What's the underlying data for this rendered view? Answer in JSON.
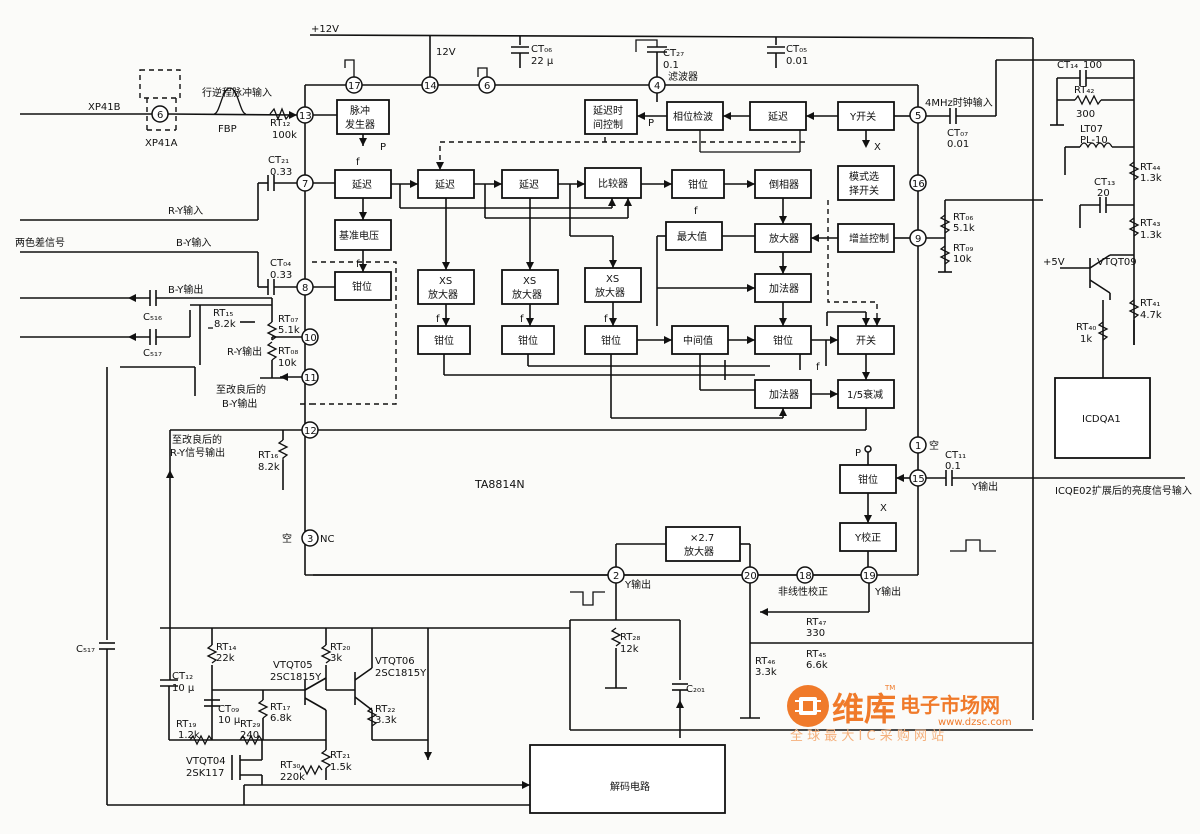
{
  "diagram": {
    "chip_name": "TA8814N",
    "blocks": {
      "pulse_gen": [
        "脉冲",
        "发生器"
      ],
      "delay_ctrl": [
        "延迟时",
        "间控制"
      ],
      "phase_det": "相位检波",
      "delay_top": "延迟",
      "y_switch": "Y开关",
      "delay_ry": "延迟",
      "delay_2": "延迟",
      "delay_3": "延迟",
      "comparator": "比较器",
      "clamp_cmp": "钳位",
      "inverter": "倒相器",
      "mode_sel": [
        "模式选",
        "择开关"
      ],
      "ref_voltage": "基准电压",
      "max_val": "最大值",
      "amp_main": "放大器",
      "gain_ctrl": "增益控制",
      "clamp_by": "钳位",
      "xs_amp": [
        "XS",
        "放大器"
      ],
      "adder_1": "加法器",
      "clamp_xs1": "钳位",
      "clamp_xs2": "钳位",
      "clamp_xs3": "钳位",
      "mid_val": "中间值",
      "clamp_mid": "钳位",
      "switch": "开关",
      "adder_2": "加法器",
      "atten": "1/5衰减",
      "clamp_y": "钳位",
      "y_correct": "Y校正",
      "amp_x27": [
        "×2.7",
        "放大器"
      ],
      "decoder": "解码电路",
      "icdqa1": "ICDQA1"
    },
    "pins": [
      "17",
      "14",
      "6",
      "4",
      "13",
      "5",
      "7",
      "16",
      "9",
      "8",
      "10",
      "11",
      "12",
      "1",
      "15",
      "3",
      "2",
      "20",
      "18",
      "19"
    ],
    "labels": {
      "plus12v": "+12V",
      "v12": "12V",
      "xp41b": "XP41B",
      "xp41a": "XP41A",
      "pin6_xp": "6",
      "flyback_input": "行逆程脉冲输入",
      "fbp": "FBP",
      "rt12": "RT₁₂",
      "rt12_val": "100k",
      "ct21": "CT₂₁",
      "ct21_val": "0.33",
      "ry_input": "R-Y输入",
      "color_diff": "两色差信号",
      "by_input": "B-Y输入",
      "ct04": "CT₀₄",
      "ct04_val": "0.33",
      "by_output": "B-Y输出",
      "c516": "C₅₁₆",
      "c517": "C₅₁₇",
      "rt15": "RT₁₅",
      "rt15_val": "8.2k",
      "rt07": "RT₀₇",
      "rt07_val": "5.1k",
      "ry_out": "R-Y输出",
      "rt08": "RT₀₈",
      "rt08_val": "10k",
      "to_improved_by": [
        "至改良后的",
        "B-Y输出"
      ],
      "to_improved_ry": [
        "至改良后的",
        "R-Y信号输出"
      ],
      "rt16": "RT₁₆",
      "rt16_val": "8.2k",
      "empty": "空",
      "nc": "NC",
      "ct06": "CT₀₆",
      "ct06_val": "22 μ",
      "ct27": "CT₂₇",
      "ct27_val": "0.1",
      "ct05": "CT₀₅",
      "ct05_val": "0.01",
      "filter": "滤波器",
      "clock_input": "4MHz时钟输入",
      "ct07": "CT₀₇",
      "ct07_val": "0.01",
      "ct14": "CT₁₄",
      "ct14_val": "100",
      "rt42": "RT₄₂",
      "rt42_val": "300",
      "lt07": "LT07",
      "lt07_val": "PL-10",
      "rt44": "RT₄₄",
      "rt44_val": "1.3k",
      "ct13": "CT₁₃",
      "ct13_val": "20",
      "rt43": "RT₄₃",
      "rt43_val": "1.3k",
      "rt06": "RT₀₆",
      "rt06_val": "5.1k",
      "rt09": "RT₀₉",
      "rt09_val": "10k",
      "plus5v": "+5V",
      "vtqt09": "VTQT09",
      "rt41": "RT₄₁",
      "rt41_val": "4.7k",
      "rt40": "RT₄₀",
      "rt40_val": "1k",
      "ct11": "CT₁₁",
      "ct11_val": "0.1",
      "y_out": "Y输出",
      "luma_input": "ICQE02扩展后的亮度信号输入",
      "p_label": "P",
      "x_label": "X",
      "f_label": "f",
      "nonlinear": "非线性校正",
      "rt47": "RT₄₇",
      "rt47_val": "330",
      "rt45": "RT₄₅",
      "rt45_val": "6.6k",
      "rt46": "RT₄₆",
      "rt46_val": "3.3k",
      "rt28": "RT₂₈",
      "rt28_val": "12k",
      "c201": "C₂₀₁",
      "rt14": "RT₁₄",
      "rt14_val": "22k",
      "rt20": "RT₂₀",
      "rt20_val": "3k",
      "vtqt05": "VTQT05",
      "vtqt05_type": "2SC1815Y",
      "vtqt06": "VTQT06",
      "vtqt06_type": "2SC1815Y",
      "ct12": "CT₁₂",
      "ct12_val": "10 μ",
      "ct09": "CT₀₉",
      "ct09_val": "10 μ",
      "rt17": "RT₁₇",
      "rt17_val": "6.8k",
      "rt22": "RT₂₂",
      "rt22_val": "3.3k",
      "rt19": "RT₁₉",
      "rt19_val": "1.2k",
      "rt29": "RT₂₉",
      "rt29_val": "240",
      "rt21": "RT₂₁",
      "rt21_val": "1.5k",
      "vtqt04": "VTQT04",
      "vtqt04_type": "2SK117",
      "rt30": "RT₃₀",
      "rt30_val": "220k"
    },
    "watermark": {
      "brand": "维库",
      "sub": "电子市场网",
      "url": "www.dzsc.com",
      "slogan": "全 球 最 大 I C 采 购 网 站",
      "tm": "TM",
      "brand_color": "#f07a2a"
    }
  }
}
